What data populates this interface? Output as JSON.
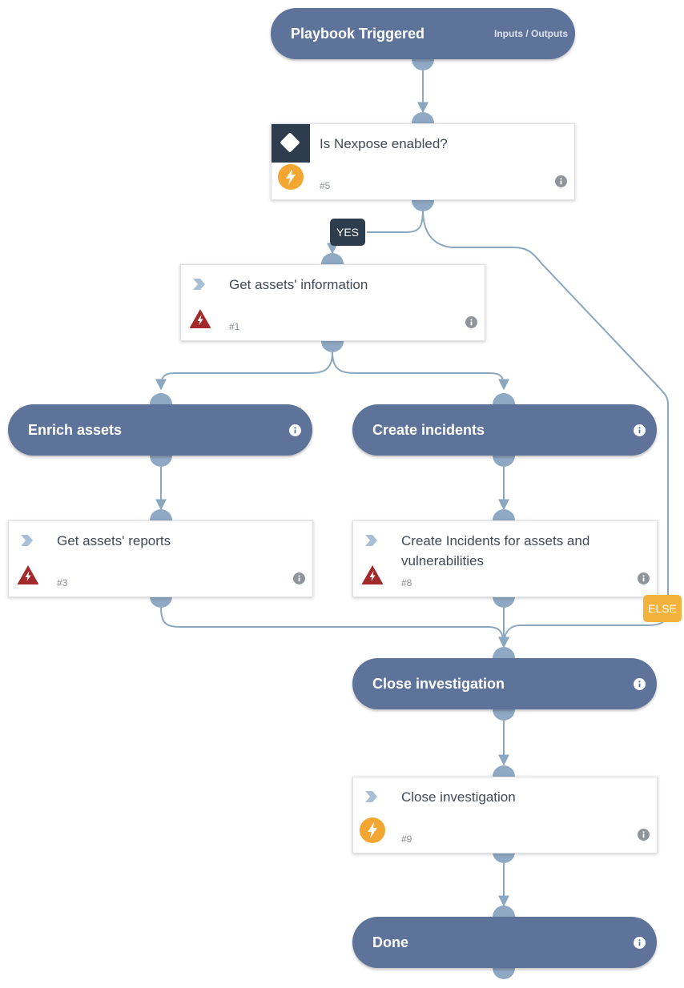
{
  "trigger": {
    "title": "Playbook Triggered",
    "io_label": "Inputs / Outputs"
  },
  "condition": {
    "title": "Is Nexpose enabled?",
    "number": "#5"
  },
  "yes_label": "YES",
  "else_label": "ELSE",
  "tasks": {
    "get_assets_info": {
      "title": "Get assets' information",
      "number": "#1"
    },
    "get_assets_reports": {
      "title": "Get assets' reports",
      "number": "#3"
    },
    "create_incidents_assets": {
      "title": "Create Incidents for assets and vulnerabilities",
      "number": "#8"
    },
    "close_investigation_task": {
      "title": "Close investigation",
      "number": "#9"
    }
  },
  "sections": {
    "enrich_assets": "Enrich assets",
    "create_incidents": "Create incidents",
    "close_investigation": "Close investigation",
    "done": "Done"
  },
  "colors": {
    "section": "#5e7399",
    "connector": "#8fa9c4",
    "edge": "#8aa7bf",
    "yes_tag": "#2e3d4e",
    "else_tag": "#f3b23b",
    "automation_badge": "#f3a732",
    "manual_badge": "#a32a2a"
  }
}
